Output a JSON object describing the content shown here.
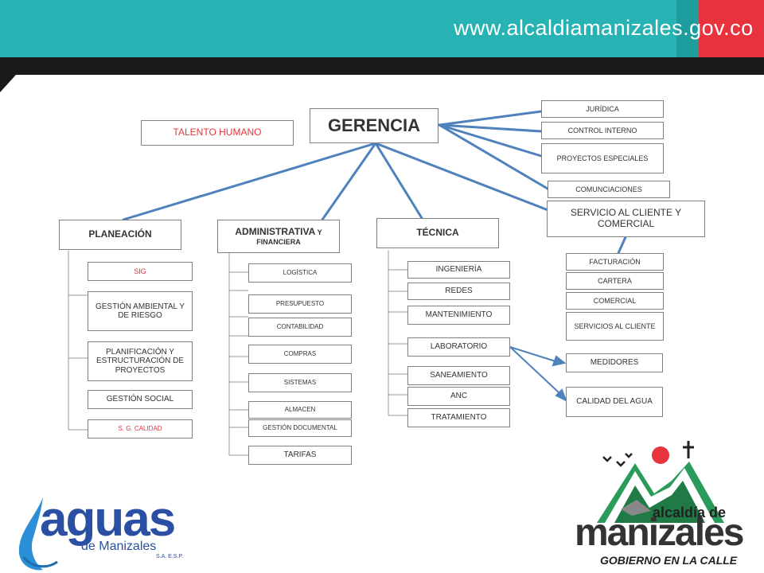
{
  "header": {
    "url": "www.alcaldiamanizales.gov.co"
  },
  "org": {
    "gerencia": "GERENCIA",
    "talento_humano": "TALENTO HUMANO",
    "staff": [
      "JURÍDICA",
      "CONTROL INTERNO",
      "PROYECTOS ESPECIALES",
      "COMUNCIACIONES"
    ],
    "servicio": "SERVICIO AL CLIENTE Y COMERCIAL",
    "servicio_children": [
      "FACTURACIÓN",
      "CARTERA",
      "COMERCIAL",
      "SERVICIOS AL CLIENTE"
    ],
    "planeacion": "PLANEACIÓN",
    "planeacion_children": [
      "SIG",
      "GESTIÓN AMBIENTAL Y DE RIESGO",
      "PLANIFICACIÓN Y ESTRUCTURACIÓN DE PROYECTOS",
      "GESTIÓN SOCIAL",
      "S. G. CALIDAD"
    ],
    "administrativa_main": "ADMINISTRATIVA",
    "administrativa_y": "Y",
    "administrativa_sub": "FINANCIERA",
    "administrativa_children": [
      "LOGÍSTICA",
      "PRESUPUESTO",
      "CONTABILIDAD",
      "COMPRAS",
      "SISTEMAS",
      "ALMACEN",
      "GESTIÓN DOCUMENTAL",
      "TARIFAS"
    ],
    "tecnica": "TÉCNICA",
    "tecnica_children": [
      "INGENIERÍA",
      "REDES",
      "MANTENIMIENTO",
      "LABORATORIO",
      "SANEAMIENTO",
      "ANC",
      "TRATAMIENTO"
    ],
    "laboratorio_children": [
      "MEDIDORES",
      "CALIDAD DEL AGUA"
    ]
  },
  "logos": {
    "aguas_word": "aguas",
    "aguas_sub": "de Manizales",
    "aguas_sa": "S.A. E.S.P.",
    "alcaldia_line1": "alcaldía de",
    "alcaldia_line2": "manizales",
    "alcaldia_tagline": "GOBIERNO EN LA CALLE"
  },
  "colors": {
    "teal": "#27b3b3",
    "red": "#e8323c",
    "connector": "#4f81bd"
  }
}
